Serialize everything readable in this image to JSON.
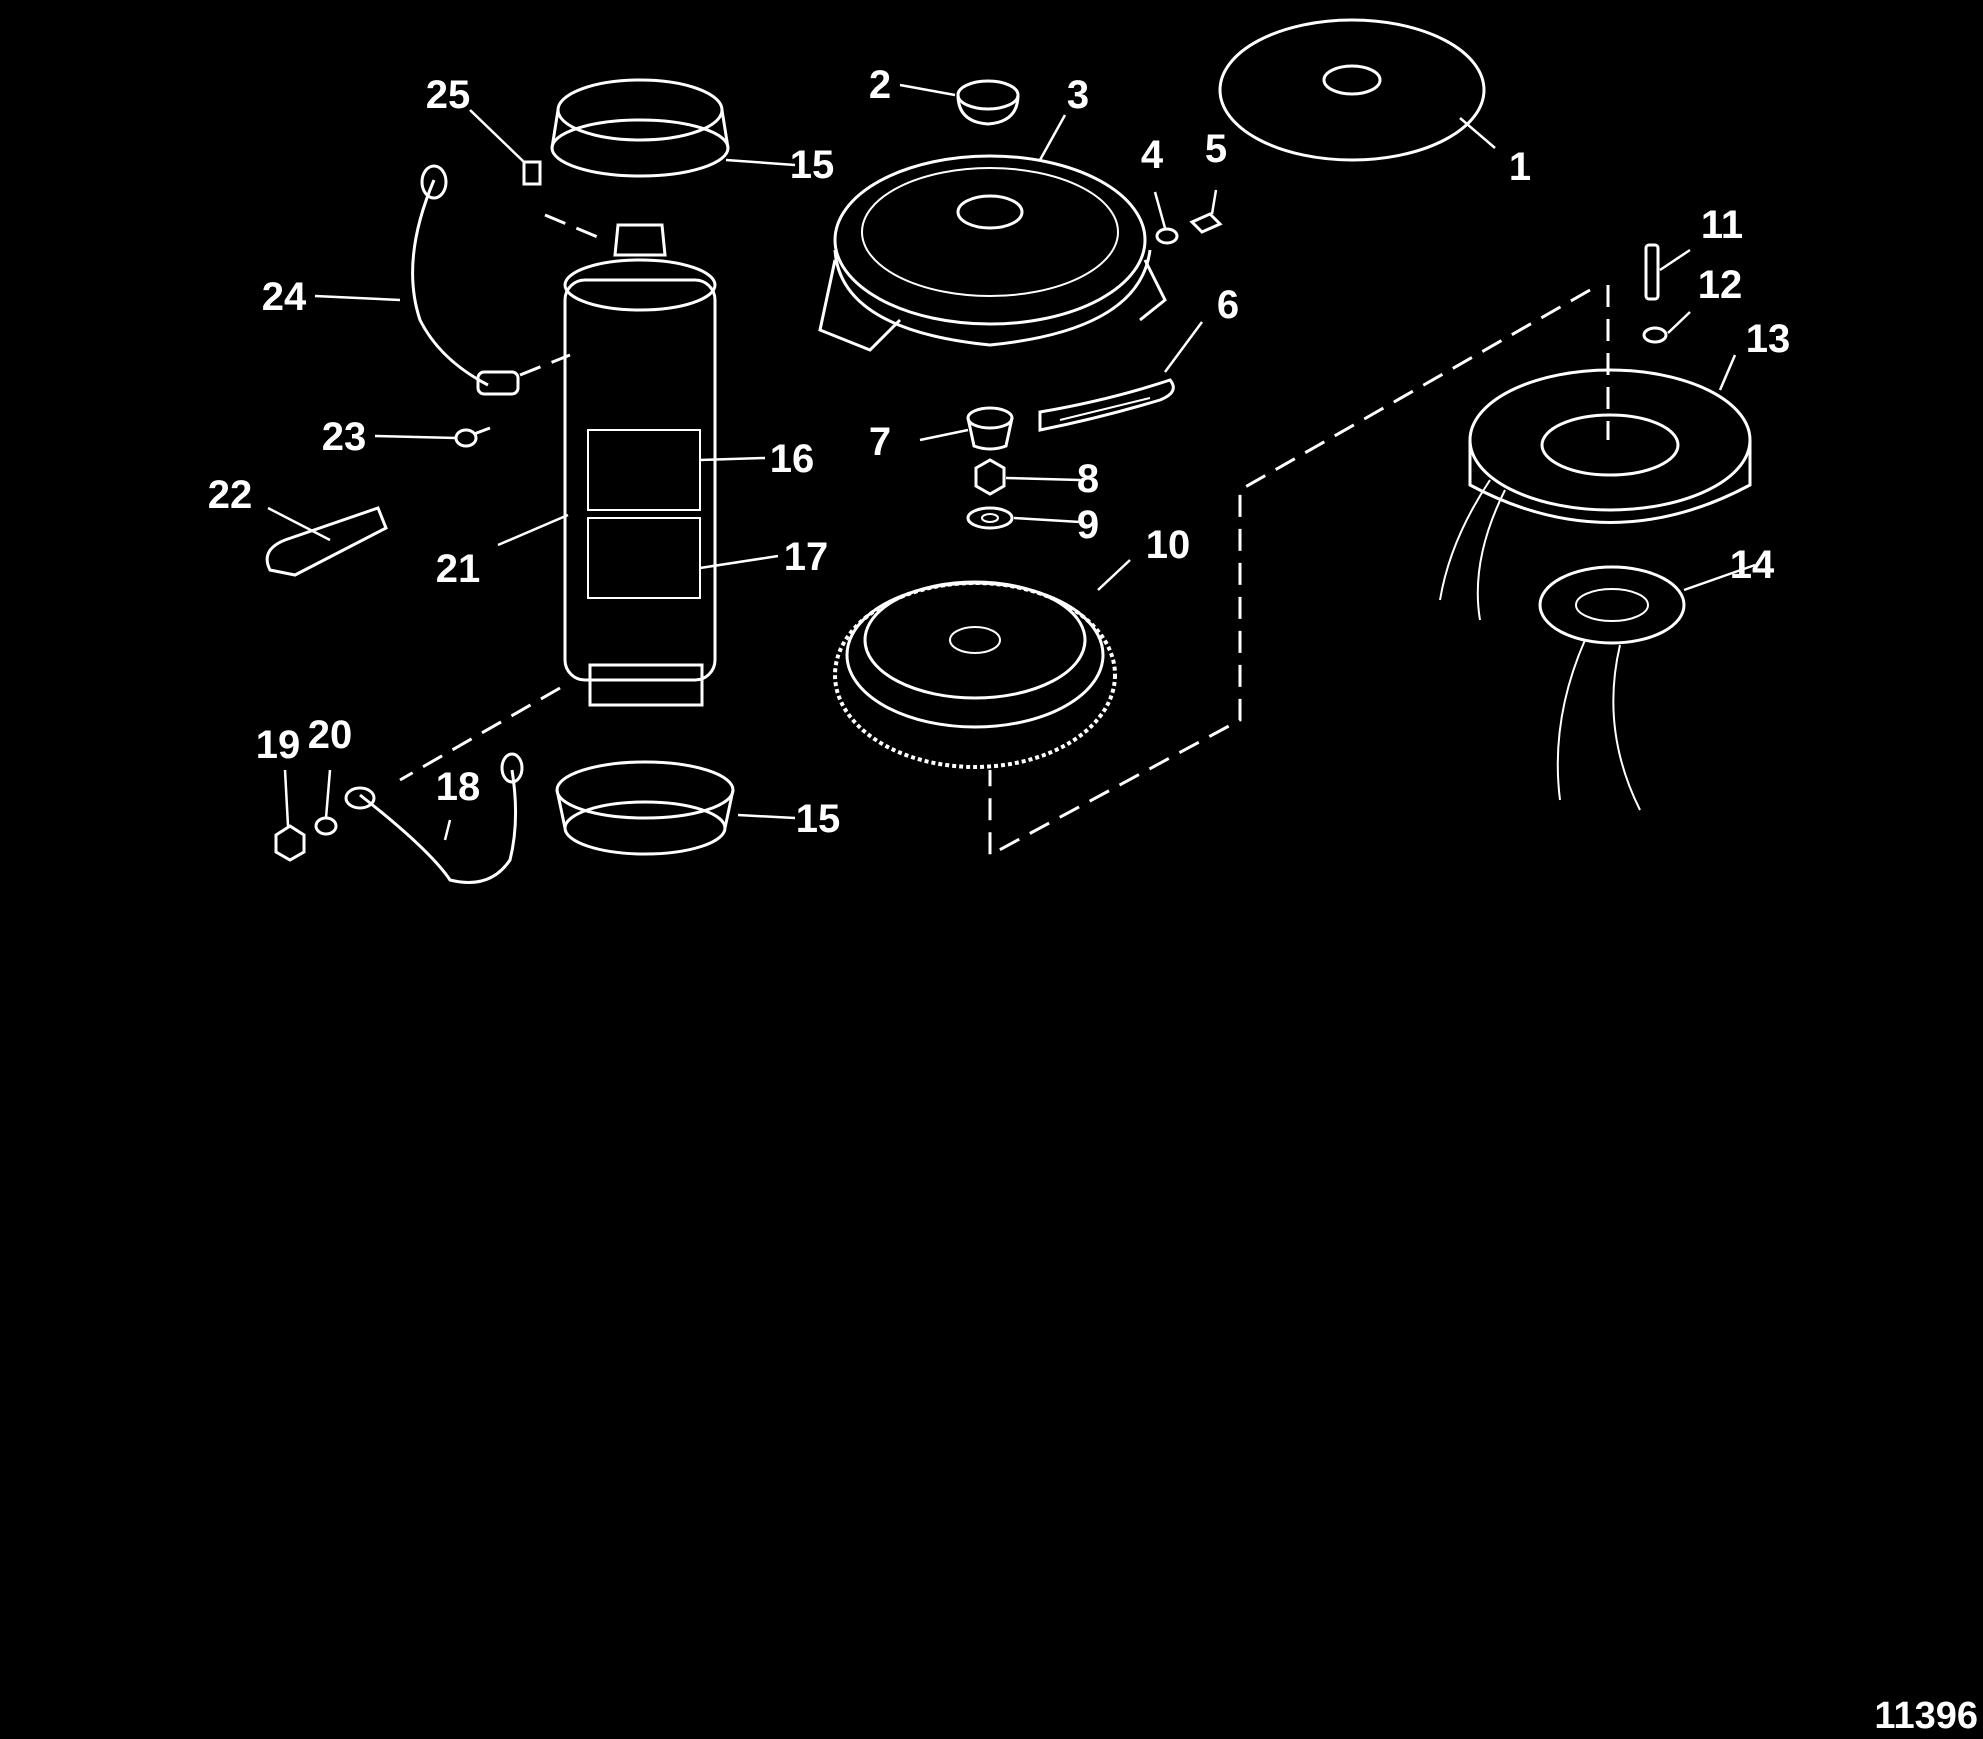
{
  "figure_number": "11396",
  "callouts": {
    "c1": "1",
    "c2": "2",
    "c3": "3",
    "c4": "4",
    "c5": "5",
    "c6": "6",
    "c7": "7",
    "c8": "8",
    "c9": "9",
    "c10": "10",
    "c11": "11",
    "c12": "12",
    "c13": "13",
    "c14": "14",
    "c15a": "15",
    "c15b": "15",
    "c16": "16",
    "c17": "17",
    "c18": "18",
    "c19": "19",
    "c20": "20",
    "c21": "21",
    "c22": "22",
    "c23": "23",
    "c24": "24",
    "c25": "25"
  }
}
